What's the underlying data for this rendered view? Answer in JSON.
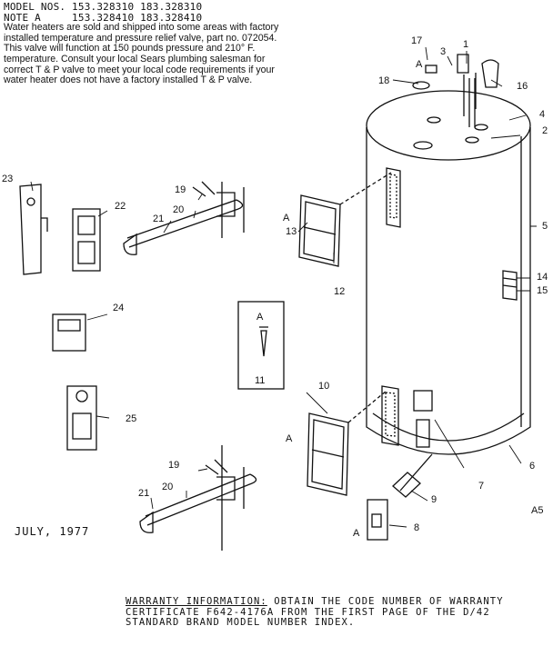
{
  "header": {
    "model_line": "MODEL NOS. 153.328310 183.328310",
    "note_line": "NOTE A     153.328410 183.328410",
    "body": "Water heaters are sold and shipped into some areas with factory installed temperature and pressure relief valve, part no. 072054. This valve will function at 150 pounds pressure and 210° F. temperature. Consult your local Sears plumbing salesman for correct T & P valve to meet your local code requirements if your water heater does not have a factory installed T & P valve."
  },
  "footer": {
    "date": "JULY, 1977",
    "diagram_code": "A5",
    "warranty_heading": "WARRANTY INFORMATION:",
    "warranty_text": " OBTAIN THE CODE NUMBER OF WARRANTY CERTIFICATE F642-4176A  FROM THE FIRST PAGE OF THE D/42 STANDARD BRAND MODEL NUMBER INDEX."
  },
  "callouts": {
    "n1": "1",
    "n2": "2",
    "n3": "3",
    "n4": "4",
    "n5": "5",
    "n6": "6",
    "n7": "7",
    "n8": "8",
    "n9": "9",
    "n10": "10",
    "n11": "11",
    "n12": "12",
    "n13": "13",
    "n14": "14",
    "n15": "15",
    "n16": "16",
    "n17": "17",
    "n18": "18",
    "n19a": "19",
    "n19b": "19",
    "n20a": "20",
    "n20b": "20",
    "n21a": "21",
    "n21b": "21",
    "n22": "22",
    "n23": "23",
    "n24": "24",
    "n25": "25",
    "a1": "A",
    "a2": "A",
    "a3": "A",
    "a4": "A",
    "a5": "A"
  },
  "colors": {
    "ink": "#111111",
    "paper": "#ffffff"
  }
}
